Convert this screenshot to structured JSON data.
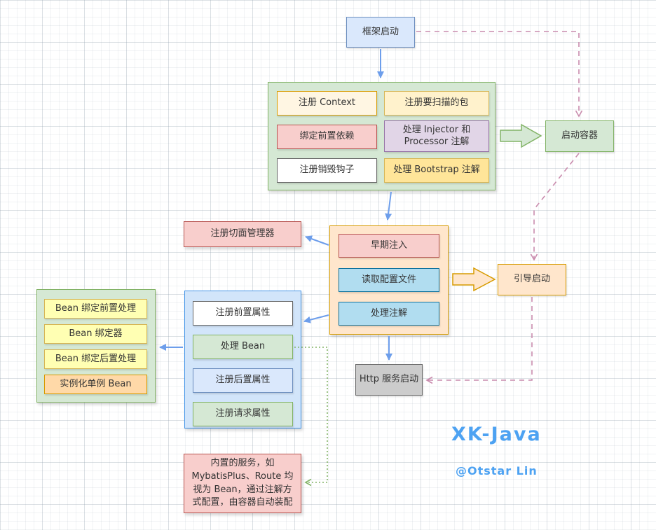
{
  "diagram": {
    "nodes": {
      "framework_start": "框架启动",
      "register_context": "注册 Context",
      "register_scan_packages": "注册要扫描的包",
      "bind_front_dependency": "绑定前置依赖",
      "process_injector_processor": "处理 Injector 和 Processor 注解",
      "register_destroy_hook": "注册销毁钩子",
      "process_bootstrap_annotation": "处理 Bootstrap 注解",
      "start_container": "启动容器",
      "register_aspect_manager": "注册切面管理器",
      "early_injection": "早期注入",
      "read_config_file": "读取配置文件",
      "process_annotation": "处理注解",
      "boot_start": "引导启动",
      "register_front_attrs": "注册前置属性",
      "process_bean": "处理 Bean",
      "register_post_attrs": "注册后置属性",
      "register_request_attrs": "注册请求属性",
      "bean_bind_pre_process": "Bean 绑定前置处理",
      "bean_binder": "Bean 绑定器",
      "bean_bind_post_process": "Bean 绑定后置处理",
      "instantiate_singleton_bean": "实例化单例 Bean",
      "http_service_start": "Http 服务启动",
      "builtin_services_note": "内置的服务，如 MybatisPlus、Route 均视为 Bean，通过注解方式配置，由容器自动装配"
    },
    "watermark": {
      "brand": "XK-Java",
      "author": "@Otstar Lin"
    },
    "colors": {
      "blue_fill": "#dae8fc",
      "blue_stroke": "#6c8ebf",
      "green_fill": "#d5e8d4",
      "green_stroke": "#82b366",
      "orange_fill": "#ffe6cc",
      "orange_stroke": "#d79b00",
      "yellow_fill": "#fff2cc",
      "yellow_stroke": "#d6b656",
      "pink_fill": "#f8cecc",
      "pink_stroke": "#b85450",
      "purple_fill": "#e1d5e7",
      "purple_stroke": "#9673a6",
      "cyan_fill": "#b1ddf0",
      "cyan_stroke": "#10739e",
      "gray_fill": "#cccccc",
      "gray_stroke": "#666666",
      "arrow_blue": "#6d9eeb",
      "arrow_dashed_pink": "#c98bad",
      "arrow_dotted_green": "#82b366",
      "watermark_blue": "#4da2f2"
    },
    "edges": [
      {
        "from": "framework_start",
        "to": "init-group",
        "style": "solid-blue"
      },
      {
        "from": "framework_start",
        "to": "start_container",
        "style": "dashed-pink"
      },
      {
        "from": "init-group",
        "to": "start_container",
        "style": "block-arrow-green"
      },
      {
        "from": "start_container",
        "to": "boot_start",
        "style": "dashed-pink"
      },
      {
        "from": "init-group",
        "to": "context-group",
        "style": "solid-blue"
      },
      {
        "from": "context-group",
        "to": "register_aspect_manager",
        "style": "solid-blue"
      },
      {
        "from": "context-group",
        "to": "boot_start",
        "style": "block-arrow-orange"
      },
      {
        "from": "context-group",
        "to": "attrs-group",
        "style": "solid-blue"
      },
      {
        "from": "context-group",
        "to": "http_service_start",
        "style": "solid-blue"
      },
      {
        "from": "boot_start",
        "to": "http_service_start",
        "style": "dashed-pink"
      },
      {
        "from": "process_bean",
        "to": "bean-group",
        "style": "solid-blue"
      },
      {
        "from": "process_bean",
        "to": "builtin_services_note",
        "style": "dotted-green"
      }
    ]
  }
}
